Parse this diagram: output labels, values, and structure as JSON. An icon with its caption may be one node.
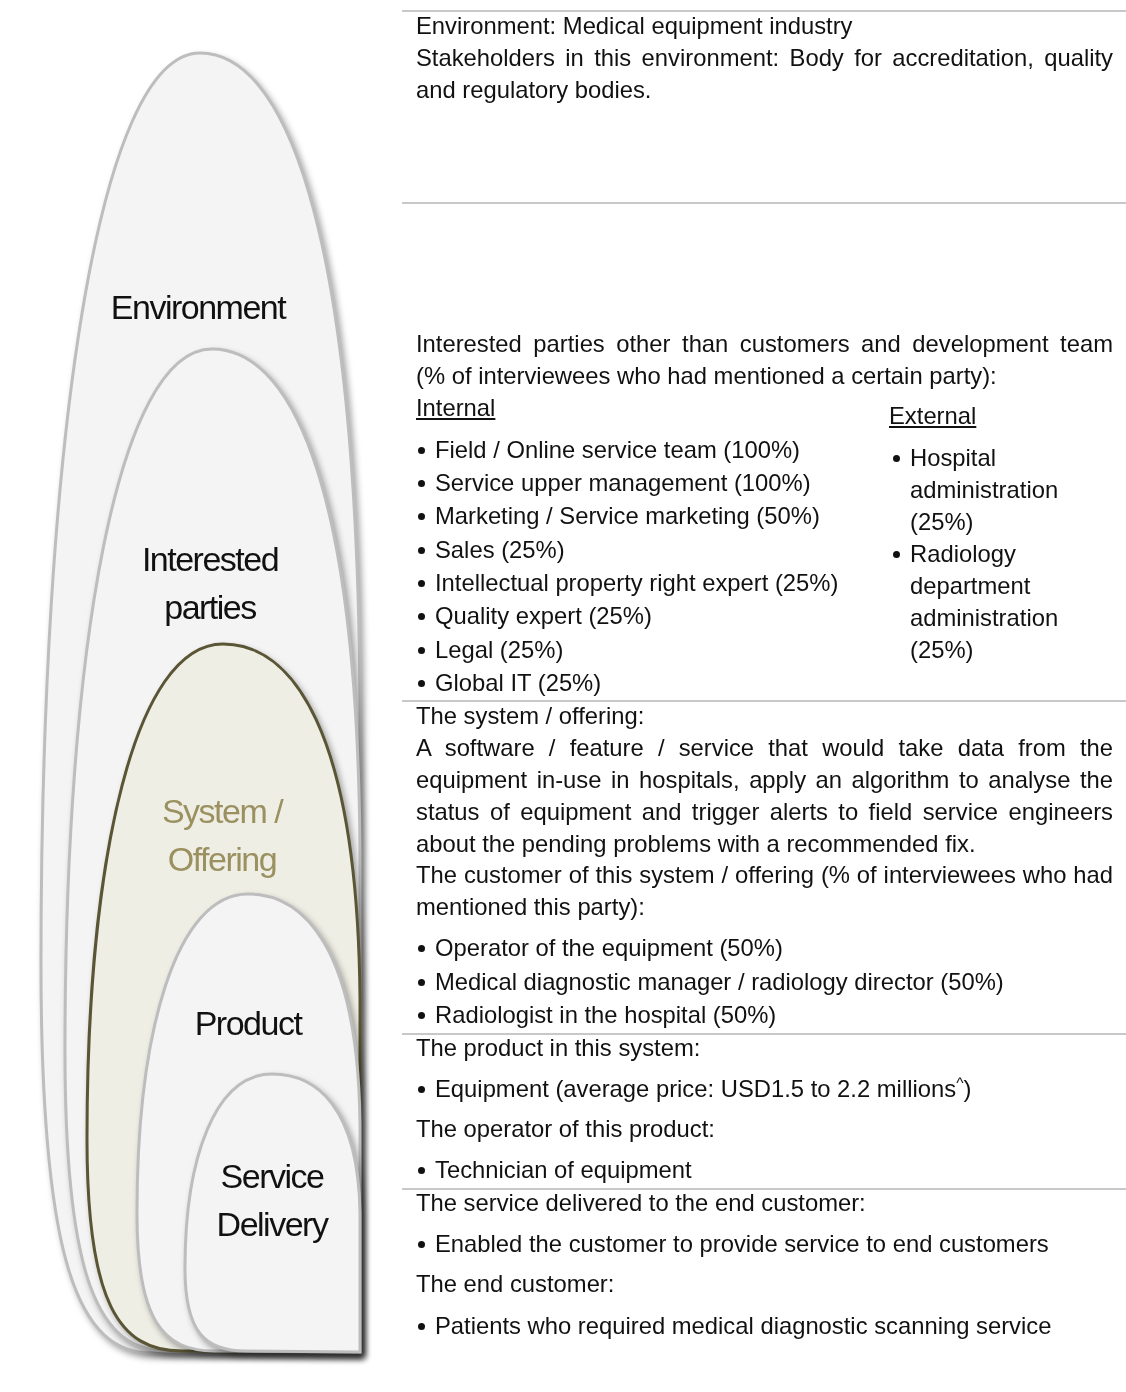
{
  "diagram": {
    "nodes": [
      {
        "text": [
          "Environment"
        ]
      },
      {
        "text": [
          "Interested parties"
        ],
        "in": 0
      },
      {
        "text": [
          "System / Offering"
        ],
        "in": 1
      },
      {
        "text": [
          "Product"
        ],
        "in": 2
      },
      {
        "text": [
          "Service Delivery"
        ],
        "in": 3
      }
    ],
    "labels": [
      "Environment: Medical equipment industry",
      "Stakeholders in this environment: Body for accreditation, quality and regulatory bodies.",
      "Interested parties other than customers and development team (% of interviewees who had mentioned a certain party):",
      "Internal",
      "Field / Online service team (100%)",
      "Service upper management (100%)",
      "Marketing / Service marketing (50%)",
      "Sales (25%)",
      "Intellectual property right expert (25%)",
      "Quality expert (25%)",
      "Legal (25%)",
      "Global IT (25%)",
      "External",
      "Hospital administration (25%)",
      "Radiology department administration (25%)",
      "The system / offering:",
      "A software / feature / service that would take data from the equipment in-use in hospitals, apply an algorithm to analyse the status of equipment and trigger alerts to field service engineers about the pending problems with a recommended fix.",
      "The customer of this system / offering (% of interviewees who had mentioned this party):",
      "Operator of the equipment (50%)",
      "Medical diagnostic manager / radiology director (50%)",
      "Radiologist in the hospital (50%)",
      "The product in this system:",
      "Equipment (average price: USD1.5 to 2.2 millions$^{^}$)",
      "The operator of this product:",
      "Technician of equipment",
      "The service delivered to the end customer:",
      "Enabled the customer to provide service to end customers",
      "The end customer:",
      "Patients who required medical diagnostic scanning service"
    ]
  }
}
